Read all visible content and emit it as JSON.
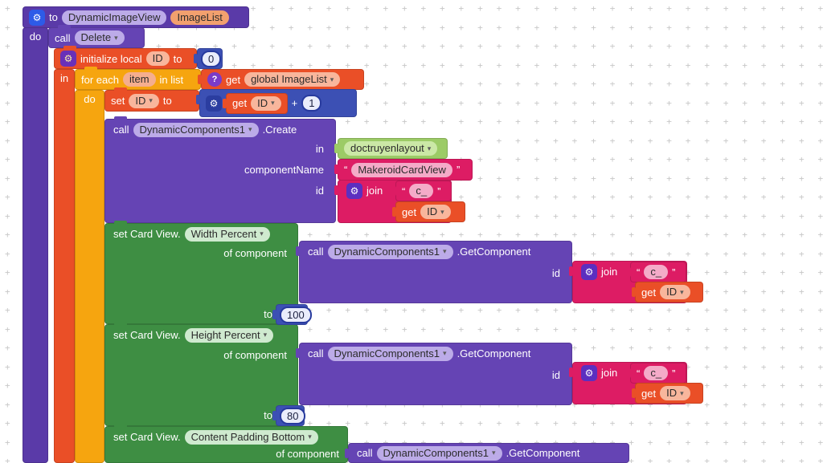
{
  "colors": {
    "procedure_purple": "#5a3aa8",
    "call_purple": "#6544b4",
    "variable_orange": "#ea4f27",
    "loop_amber": "#f6a50f",
    "math_indigo": "#3c50b4",
    "property_green": "#3e8e43",
    "layout_light_green": "#9ccb66",
    "text_pink": "#dd1c64",
    "grid_mark": "#c8c8c8"
  },
  "icons": {
    "gear": "⚙",
    "dropdown_arrow": "▾",
    "question_mark": "?",
    "quote_open": "“",
    "quote_close": "”"
  },
  "keywords": {
    "to": "to",
    "do": "do",
    "in": "in",
    "call": "call",
    "set": "set",
    "get": "get",
    "join": "join",
    "id_param": "id",
    "component_name_param": "componentName",
    "of_component": "of component",
    "for_each": "for each",
    "in_list": "in list",
    "initialize_local": "initialize local",
    "plus": "+"
  },
  "procedure": {
    "name": "DynamicImageView",
    "param": "ImageList"
  },
  "call_delete": {
    "method": "Delete"
  },
  "init_local": {
    "var": "ID",
    "value": "0"
  },
  "for_each_block": {
    "var": "item"
  },
  "get_global": {
    "var": "global ImageList"
  },
  "set_var": {
    "var": "ID"
  },
  "increment": {
    "var": "ID",
    "value": "1"
  },
  "create": {
    "component": "DynamicComponents1",
    "method": ".Create",
    "layout": "doctruyenlayout",
    "component_name": "MakeroidCardView",
    "join_text": "c_",
    "join_get_var": "ID"
  },
  "get_component": {
    "component": "DynamicComponents1",
    "method": ".GetComponent",
    "join_text": "c_",
    "join_get_var": "ID"
  },
  "set_props": [
    {
      "label": "set Card View.",
      "prop": "Width Percent",
      "value": "100"
    },
    {
      "label": "set Card View.",
      "prop": "Height Percent",
      "value": "80"
    },
    {
      "label": "set Card View.",
      "prop": "Content Padding Bottom",
      "value": ""
    }
  ]
}
